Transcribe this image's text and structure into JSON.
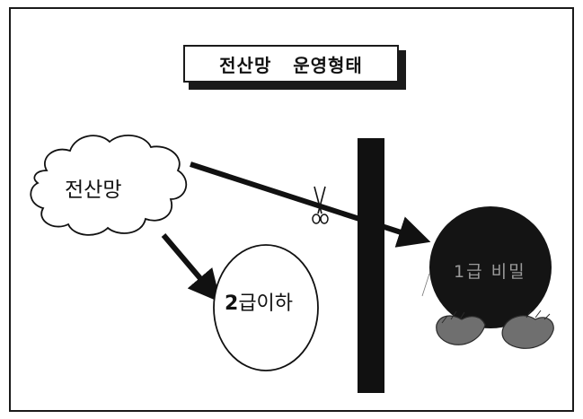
{
  "title": "전산망   운영형태",
  "cloud_label": "전산망",
  "oval_label_number": "2",
  "oval_label_suffix": "급이하",
  "secret_label": "1급 비밀",
  "colors": {
    "background": "#ffffff",
    "ink": "#111111",
    "secret_ball": "#141414",
    "secret_text": "#9a9a9a"
  },
  "icons": [
    "scissors-icon",
    "hands-icon"
  ]
}
